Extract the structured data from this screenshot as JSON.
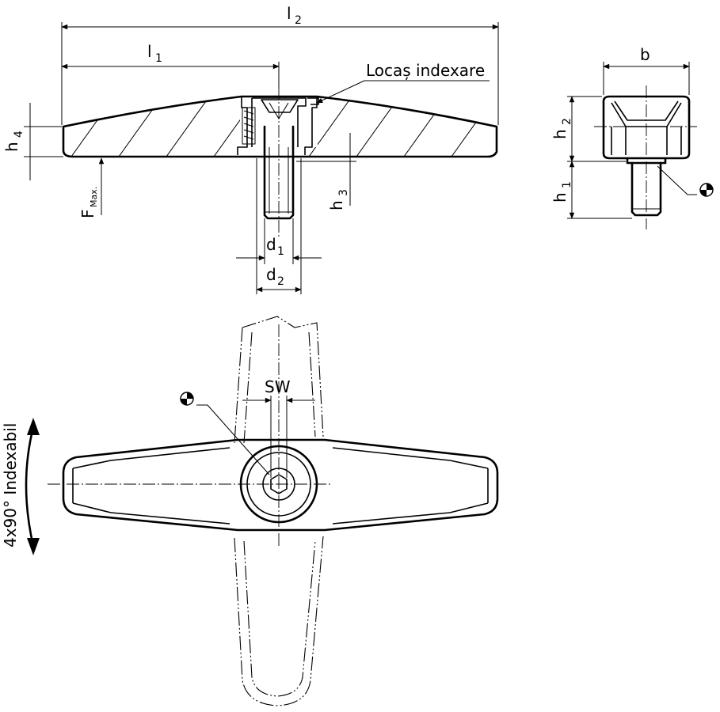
{
  "labels": {
    "l2": "l",
    "l2_sub": "2",
    "l1": "l",
    "l1_sub": "1",
    "h4": "h",
    "h4_sub": "4",
    "f_max": "F",
    "f_max_sub": "Max.",
    "h3": "h",
    "h3_sub": "3",
    "d1": "d",
    "d1_sub": "1",
    "d2": "d",
    "d2_sub": "2",
    "index_seat": "Locaș indexare",
    "b": "b",
    "h2": "h",
    "h2_sub": "2",
    "h1": "h",
    "h1_sub": "1",
    "sw": "SW",
    "indexable": "4x90° Indexabil"
  }
}
